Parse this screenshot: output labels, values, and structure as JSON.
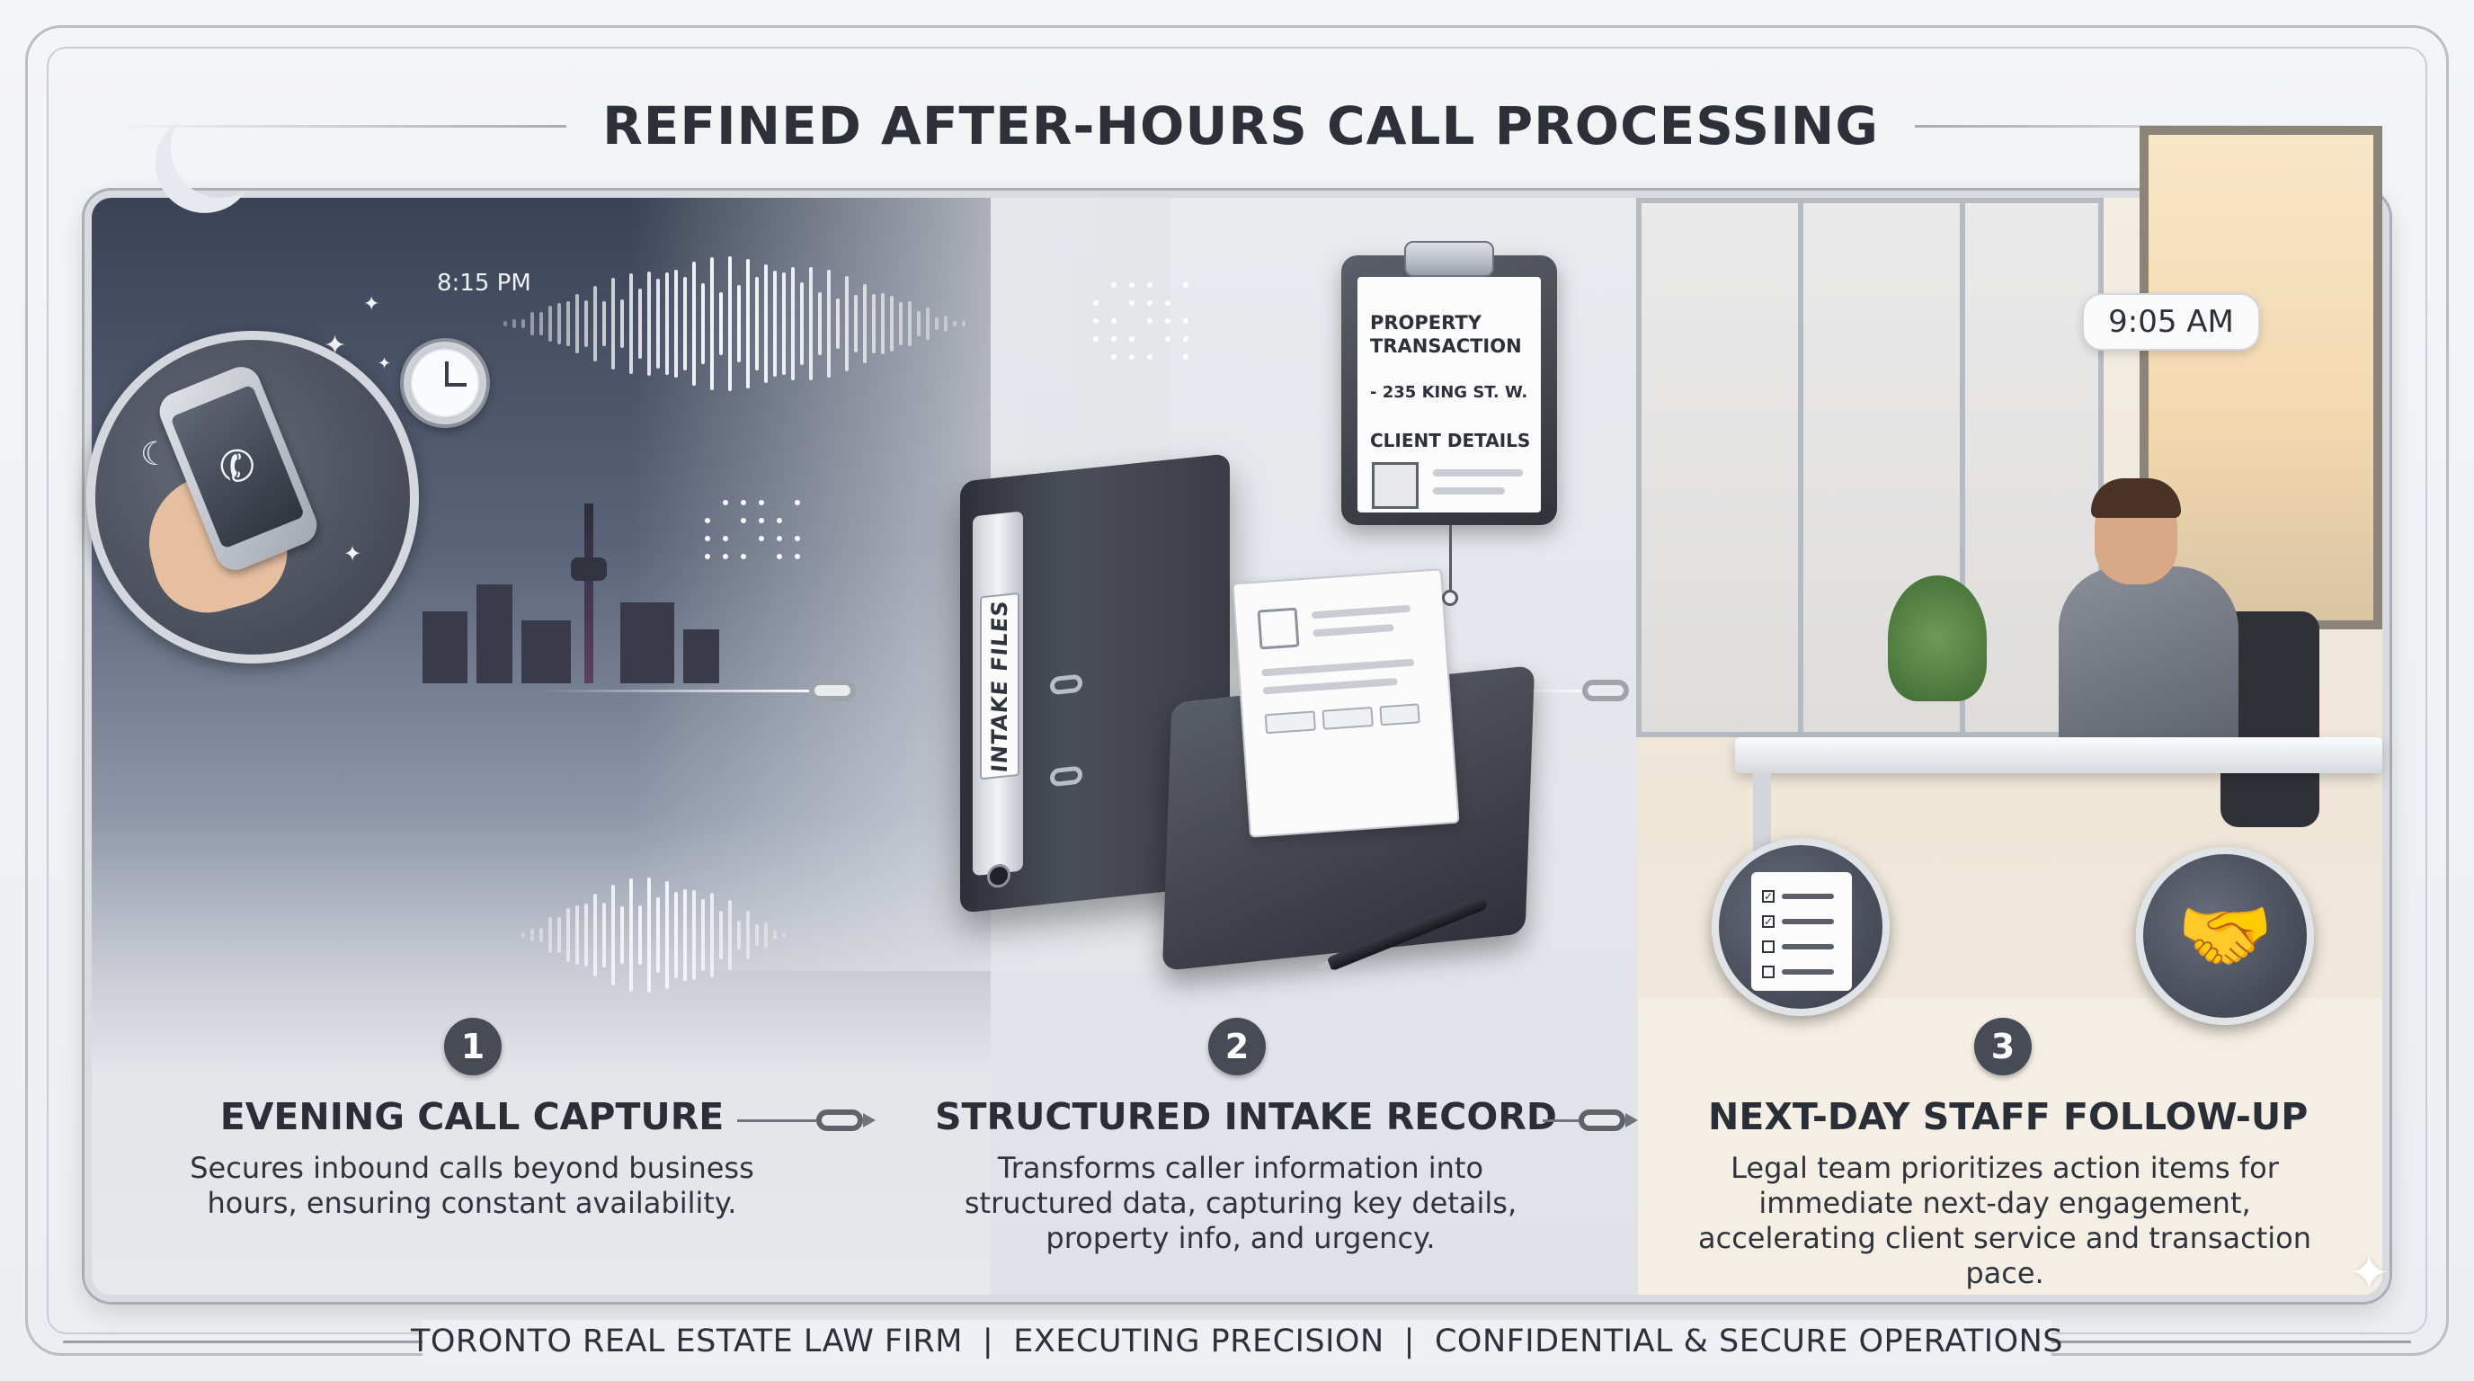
{
  "title": "REFINED AFTER-HOURS CALL PROCESSING",
  "scene": {
    "evening_time": "8:15 PM",
    "morning_time": "9:05 AM",
    "binder_label": "INTAKE FILES",
    "clipboard": {
      "heading": "PROPERTY TRANSACTION",
      "address": "- 235 KING ST. W.",
      "details_label": "CLIENT DETAILS"
    }
  },
  "steps": [
    {
      "number": "1",
      "title": "EVENING CALL CAPTURE",
      "description": "Secures inbound calls beyond business hours, ensuring constant availability."
    },
    {
      "number": "2",
      "title": "STRUCTURED INTAKE RECORD",
      "description": "Transforms caller information into structured data, capturing key details, property info, and urgency."
    },
    {
      "number": "3",
      "title": "NEXT-DAY STAFF FOLLOW-UP",
      "description": "Legal team prioritizes action items for immediate next-day engagement, accelerating client service and transaction pace."
    }
  ],
  "footer": {
    "item1": "TORONTO REAL ESTATE LAW FIRM",
    "item2": "EXECUTING PRECISION",
    "item3": "CONFIDENTIAL & SECURE OPERATIONS",
    "separator": "|"
  },
  "icons": {
    "moon": "crescent-moon-icon",
    "phone": "smartphone-icon",
    "clock": "clock-icon",
    "checklist": "checklist-icon",
    "handshake": "handshake-icon",
    "sparkle": "sparkle-icon"
  },
  "colors": {
    "title": "#2c3039",
    "step_badge": "#464b55",
    "night_sky": "#3a4356",
    "office_warm": "#f3ede4"
  }
}
